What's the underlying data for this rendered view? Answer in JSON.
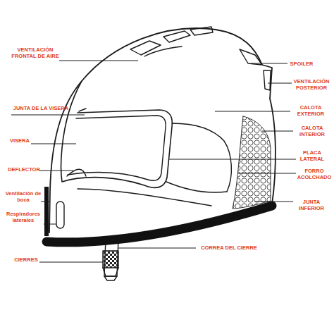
{
  "diagram": {
    "labels": [
      "VENTILACIÓN FRONTAL DE AIRE",
      "SPOILER",
      "VENTILACIÓN POSTERIOR",
      "JUNTA DE LA VISERA",
      "CALOTA EXTERIOR",
      "CALOTA INTERIOR",
      "VISERA",
      "PLACA LATERAL",
      "DEFLECTOR",
      "FORRO ACOLCHADO",
      "Ventilación de boca",
      "JUNTA INFERIOR",
      "Respiradores laterales",
      "CORREA DEL CIERRE",
      "CIERRES"
    ]
  }
}
